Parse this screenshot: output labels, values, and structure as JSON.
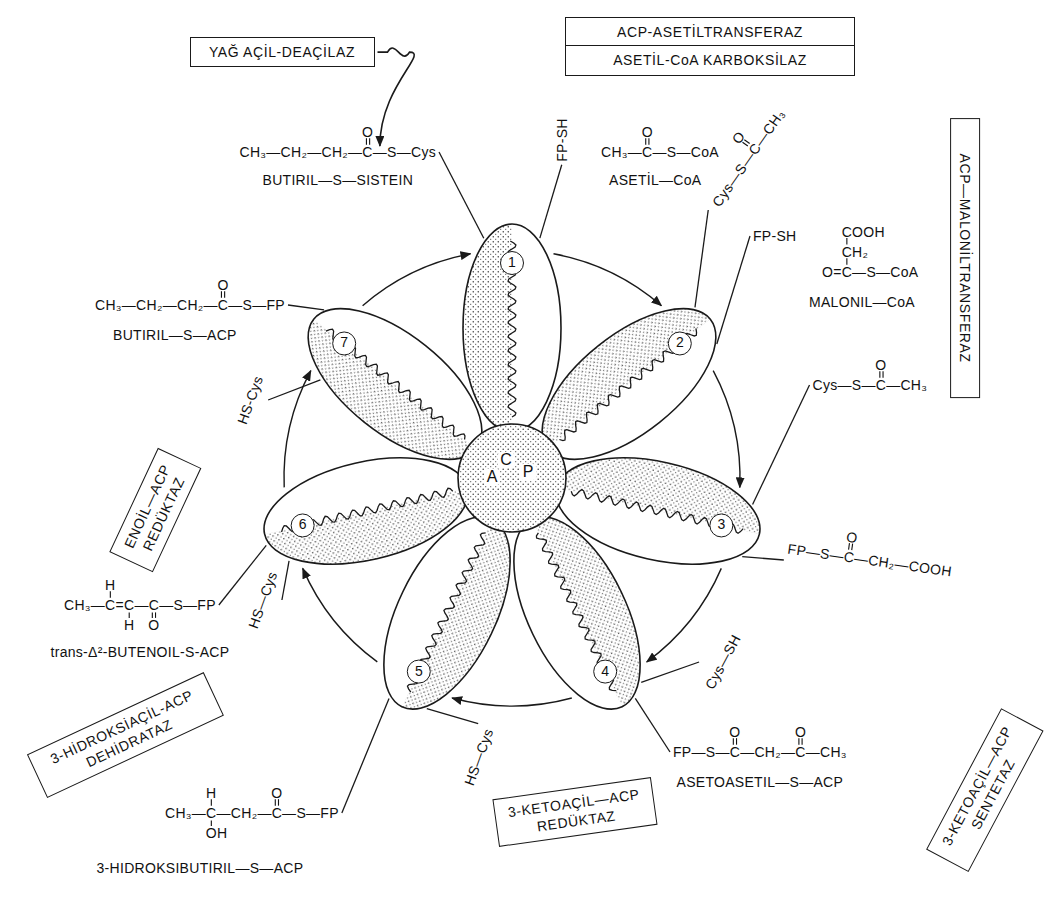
{
  "diagram": {
    "nodes": [
      {
        "text": [
          "YAĞ AÇİL-DEAÇİLAZ"
        ]
      },
      {
        "text": [
          "ACP-ASETİLTRANSFERAZ"
        ]
      },
      {
        "text": [
          "ASETİL-CoA KARBOKSİLAZ"
        ]
      },
      {
        "text": [
          "ACP—MALONİLTRANSFERAZ"
        ]
      },
      {
        "text": [
          "3-KETOAÇİL—ACP SENTETAZ"
        ]
      },
      {
        "text": [
          "3-KETOAÇİL—ACP REDÜKTAZ"
        ]
      },
      {
        "text": [
          "3-HİDROKSİAÇİL-ACP DEHİDRATAZ"
        ]
      },
      {
        "text": [
          "ENOİL—ACP REDÜKTAZ"
        ]
      },
      {
        "text": [
          "1"
        ]
      },
      {
        "text": [
          "2"
        ]
      },
      {
        "text": [
          "3"
        ]
      },
      {
        "text": [
          "4"
        ]
      },
      {
        "text": [
          "5"
        ]
      },
      {
        "text": [
          "6"
        ]
      },
      {
        "text": [
          "7"
        ]
      },
      {
        "text": [
          "C",
          "P",
          "A"
        ]
      }
    ],
    "edges": [
      {
        "from": 8,
        "to": 9,
        "arrow": "to"
      },
      {
        "from": 9,
        "to": 10,
        "arrow": "to"
      },
      {
        "from": 10,
        "to": 11,
        "arrow": "to"
      },
      {
        "from": 11,
        "to": 12,
        "arrow": "to"
      },
      {
        "from": 12,
        "to": 13,
        "arrow": "to"
      },
      {
        "from": 13,
        "to": 14,
        "arrow": "to"
      },
      {
        "from": 14,
        "to": 8,
        "arrow": "to"
      }
    ],
    "labels": [
      "CH₃—CH₂—CH₂—C—S—Cys",
      "O",
      "BUTIRIL—S—SISTEIN",
      "CH₃—C—S—CoA",
      "O",
      "ASETİL—CoA",
      "FP-SH",
      "Cys—S—C—CH₃",
      "O",
      "FP-SH",
      "COOH",
      "CH₂",
      "O=C—S—CoA",
      "MALONIL—CoA",
      "Cys—S—C—CH₃",
      "O",
      "FP—S—C—CH₂—COOH",
      "O",
      "Cys—SH",
      "FP—S—C—CH₂—C—CH₃",
      "O",
      "O",
      "ASETOASETIL—S—ACP",
      "HS—Cys",
      "CH₃—C—CH₂—C—S—FP",
      "H",
      "OH",
      "O",
      "3-HIDROKSIBUTIRIL—S—ACP",
      "HS—Cys",
      "CH₃—C=C—C—S—FP",
      "H",
      "H",
      "O",
      "trans-Δ²-BUTENOIL-S-ACP",
      "HS-Cys",
      "CH₃—CH₂—CH₂—C—S—FP",
      "O",
      "BUTIRIL—S—ACP"
    ]
  }
}
